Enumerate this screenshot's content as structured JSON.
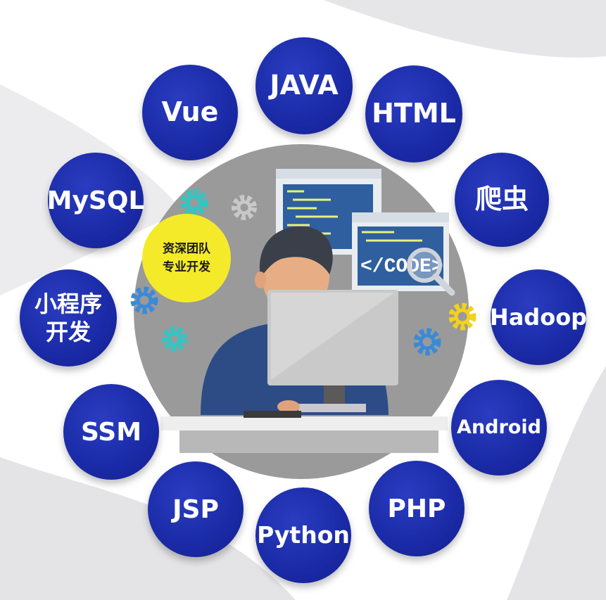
{
  "badge": {
    "line1": "资深团队",
    "line2": "专业开发"
  },
  "code_tag": "</CODE>",
  "technologies": [
    {
      "label": "JAVA"
    },
    {
      "label": "HTML"
    },
    {
      "label": "爬虫"
    },
    {
      "label": "Hadoop"
    },
    {
      "label": "Android"
    },
    {
      "label": "PHP"
    },
    {
      "label": "Python"
    },
    {
      "label": "JSP"
    },
    {
      "label": "SSM"
    },
    {
      "label": "小程序\n开发"
    },
    {
      "label": "MySQL"
    },
    {
      "label": "Vue"
    }
  ],
  "colors": {
    "bubble": "#1a2aa6",
    "badge": "#f4ea2a",
    "center_disc": "#9a9a9a",
    "gear_teal": "#2fc7c4",
    "gear_blue": "#3a8ad8",
    "gear_yellow": "#f2d21b"
  }
}
